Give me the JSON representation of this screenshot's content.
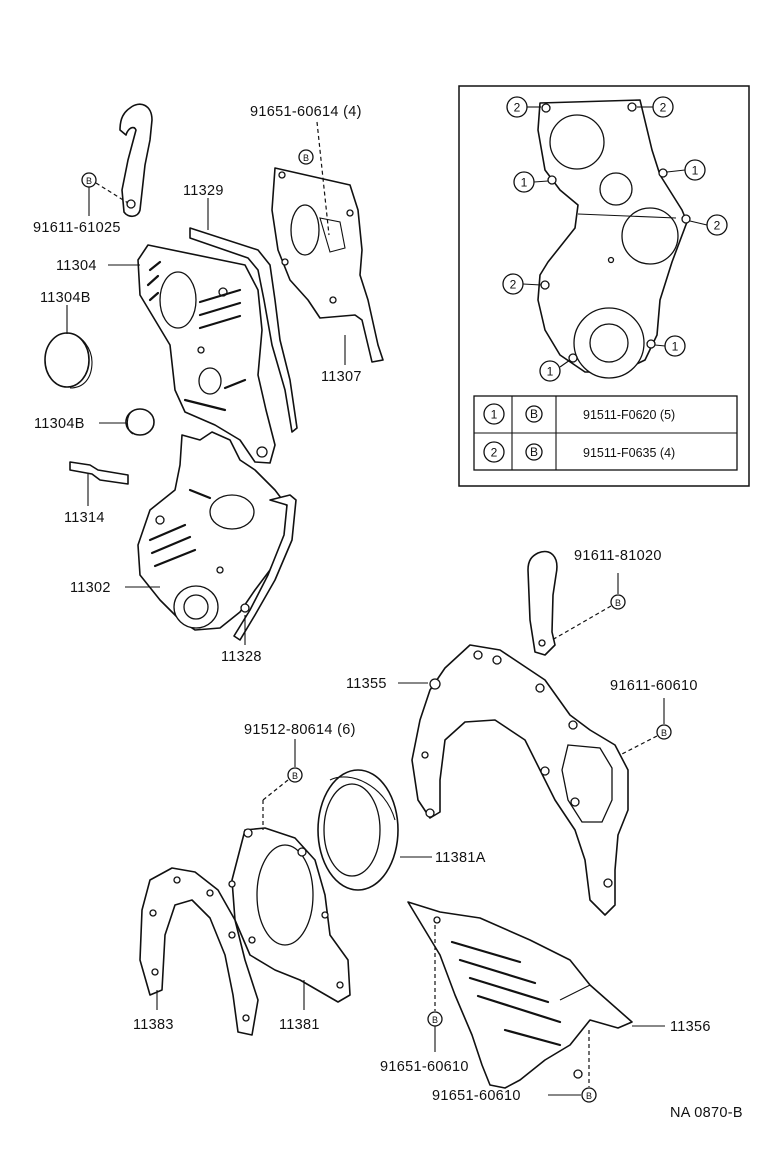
{
  "labels": {
    "p91611_61025": "91611-61025",
    "p11329": "11329",
    "p11304": "11304",
    "p11304b_top": "11304B",
    "p11304b_mid": "11304B",
    "p11314": "11314",
    "p11302": "11302",
    "p11328": "11328",
    "p91651_60614": "91651-60614 (4)",
    "p11307": "11307",
    "p91611_81020": "91611-81020",
    "p11355": "11355",
    "p91611_60610": "91611-60610",
    "p91512_80614": "91512-80614 (6)",
    "p11381a": "11381A",
    "p11383": "11383",
    "p11381": "11381",
    "p11356": "11356",
    "p91651_60610_a": "91651-60610",
    "p91651_60610_b": "91651-60610",
    "ref_code": "NA 0870-B"
  },
  "inset": {
    "circle_1": "1",
    "circle_2": "2",
    "bolt_symbol": "B",
    "rows": [
      {
        "num": "1",
        "sym": "B",
        "part": "91511-F0620 (5)"
      },
      {
        "num": "2",
        "sym": "B",
        "part": "91511-F0635 (4)"
      }
    ]
  },
  "bolt_symbol": "B"
}
